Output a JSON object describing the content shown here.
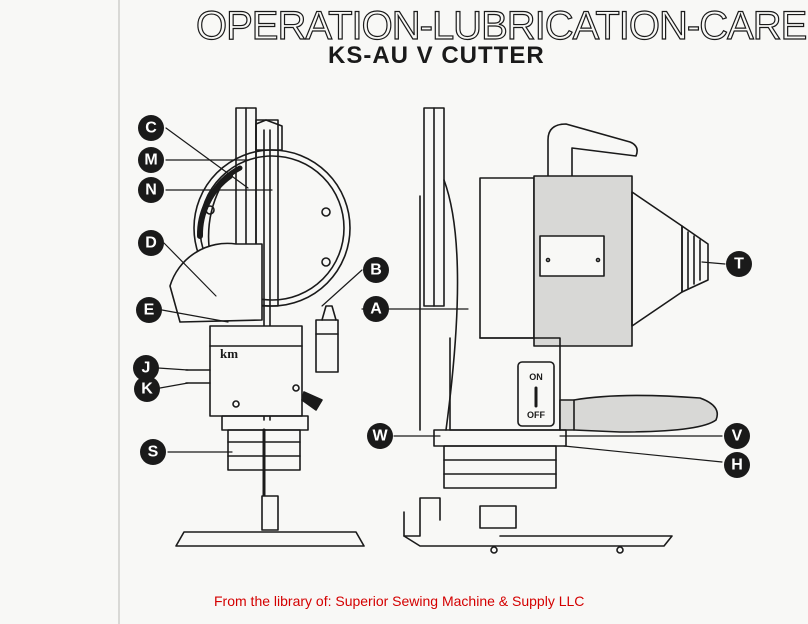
{
  "header": {
    "title": "OPERATION-LUBRICATION-CARE",
    "subtitle": "KS-AU V CUTTER"
  },
  "footer": {
    "credit": "From the library of: Superior Sewing Machine & Supply LLC"
  },
  "diagram": {
    "callouts": [
      "C",
      "M",
      "N",
      "D",
      "E",
      "J",
      "K",
      "S",
      "B",
      "A",
      "T",
      "W",
      "V",
      "H"
    ],
    "brand_mark": "km",
    "switch_on": "ON",
    "switch_off": "OFF"
  },
  "colors": {
    "ink": "#1a1a1a",
    "paper": "#f8f8f6",
    "motor_shade": "#d8d8d6",
    "footer_red": "#d40000"
  }
}
